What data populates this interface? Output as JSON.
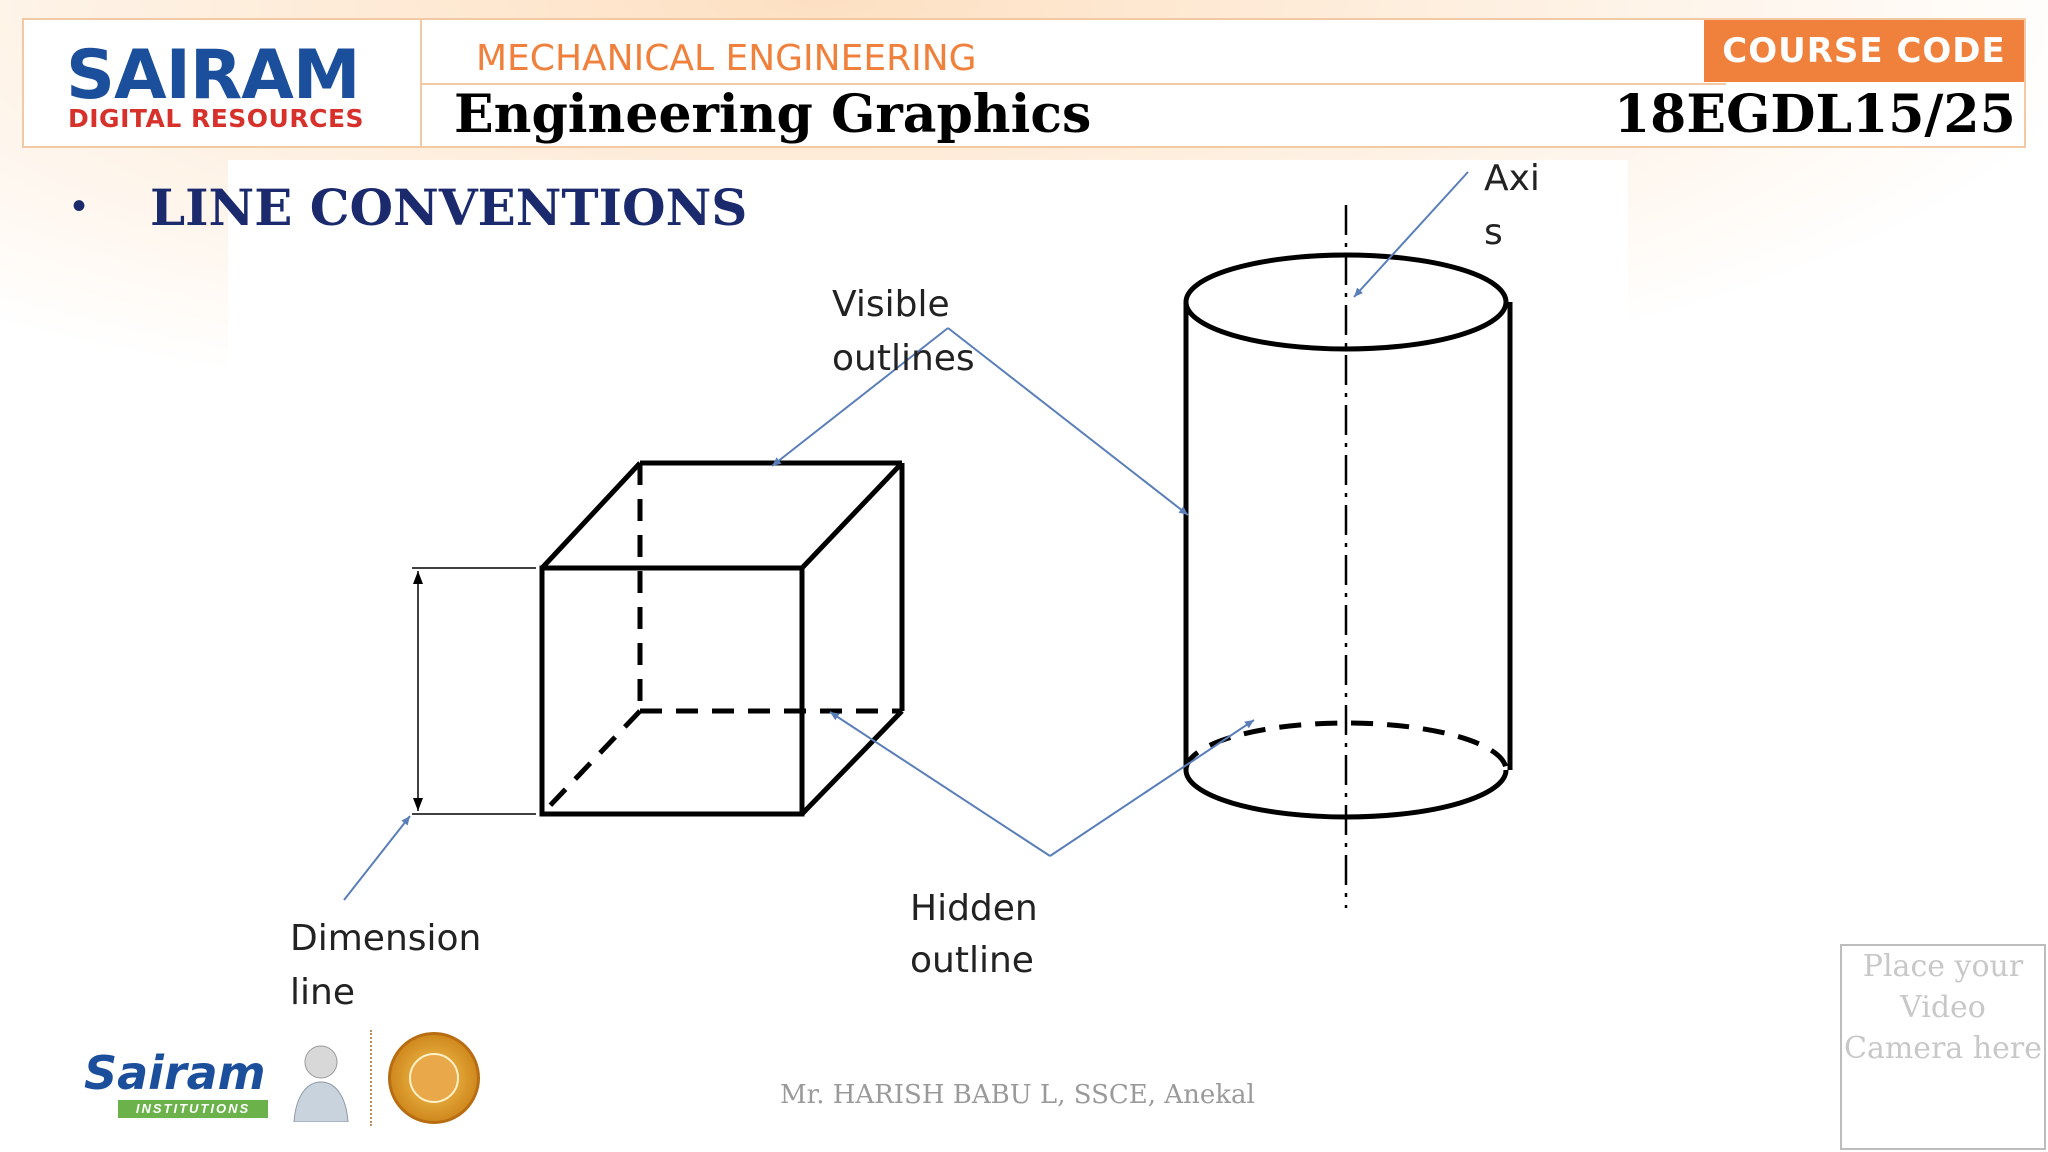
{
  "header": {
    "logo_main": "SAIRAM",
    "logo_sub": "DIGITAL RESOURCES",
    "department": "MECHANICAL ENGINEERING",
    "subject": "Engineering Graphics",
    "course_code_label": "COURSE CODE",
    "course_code_value": "18EGDL15/25"
  },
  "slide": {
    "bullet": "•",
    "section_title": "LINE CONVENTIONS"
  },
  "diagram": {
    "labels": {
      "visible_line1": "Visible",
      "visible_line2": "outlines",
      "axis_line1": "Axi",
      "axis_line2": "s",
      "dimension_line1": "Dimension",
      "dimension_line2": "line",
      "hidden_line1": "Hidden",
      "hidden_line2": "outline"
    },
    "colors": {
      "outline": "#000000",
      "leader": "#5a7fb8"
    }
  },
  "footer": {
    "brand": "Sairam",
    "brand_sub": "INSTITUTIONS",
    "credit": "Mr. HARISH BABU L, SSCE, Anekal",
    "camera_placeholder": "Place your Video Camera here"
  }
}
